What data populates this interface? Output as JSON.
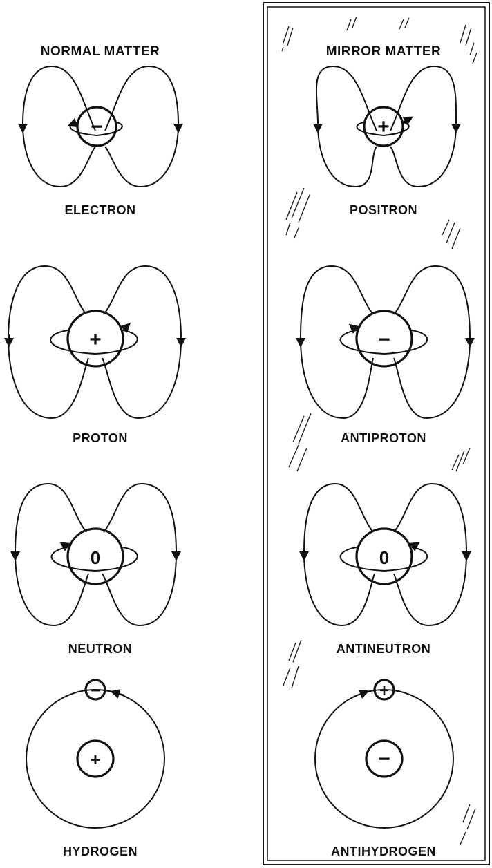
{
  "columns": [
    {
      "heading": "NORMAL MATTER",
      "particles": [
        {
          "label": "ELECTRON",
          "sign": "−"
        },
        {
          "label": "PROTON",
          "sign": "+"
        },
        {
          "label": "NEUTRON",
          "sign": "0"
        }
      ],
      "atom": {
        "label": "HYDROGEN",
        "orbiting_sign": "−",
        "nucleus_sign": "+"
      }
    },
    {
      "heading": "MIRROR MATTER",
      "particles": [
        {
          "label": "POSITRON",
          "sign": "+"
        },
        {
          "label": "ANTIPROTON",
          "sign": "−"
        },
        {
          "label": "ANTINEUTRON",
          "sign": "0"
        }
      ],
      "atom": {
        "label": "ANTIHYDROGEN",
        "orbiting_sign": "+",
        "nucleus_sign": "−"
      }
    }
  ]
}
